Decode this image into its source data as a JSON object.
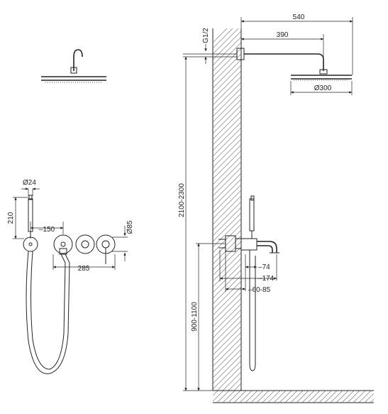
{
  "dimensions": {
    "overall_arm": "540",
    "arm_to_head": "390",
    "inlet_thread": "G1/2",
    "head_diameter": "Ø300",
    "total_height": "2100-2300",
    "spout_height": "900-1100",
    "spout_74": "74",
    "spout_174": "174",
    "spout_range": "60-85",
    "handshower_diameter": "Ø24",
    "handshower_length": "210",
    "holder_spacing": "150",
    "valve_spacing": "285",
    "rosette_diameter": "Ø85"
  }
}
